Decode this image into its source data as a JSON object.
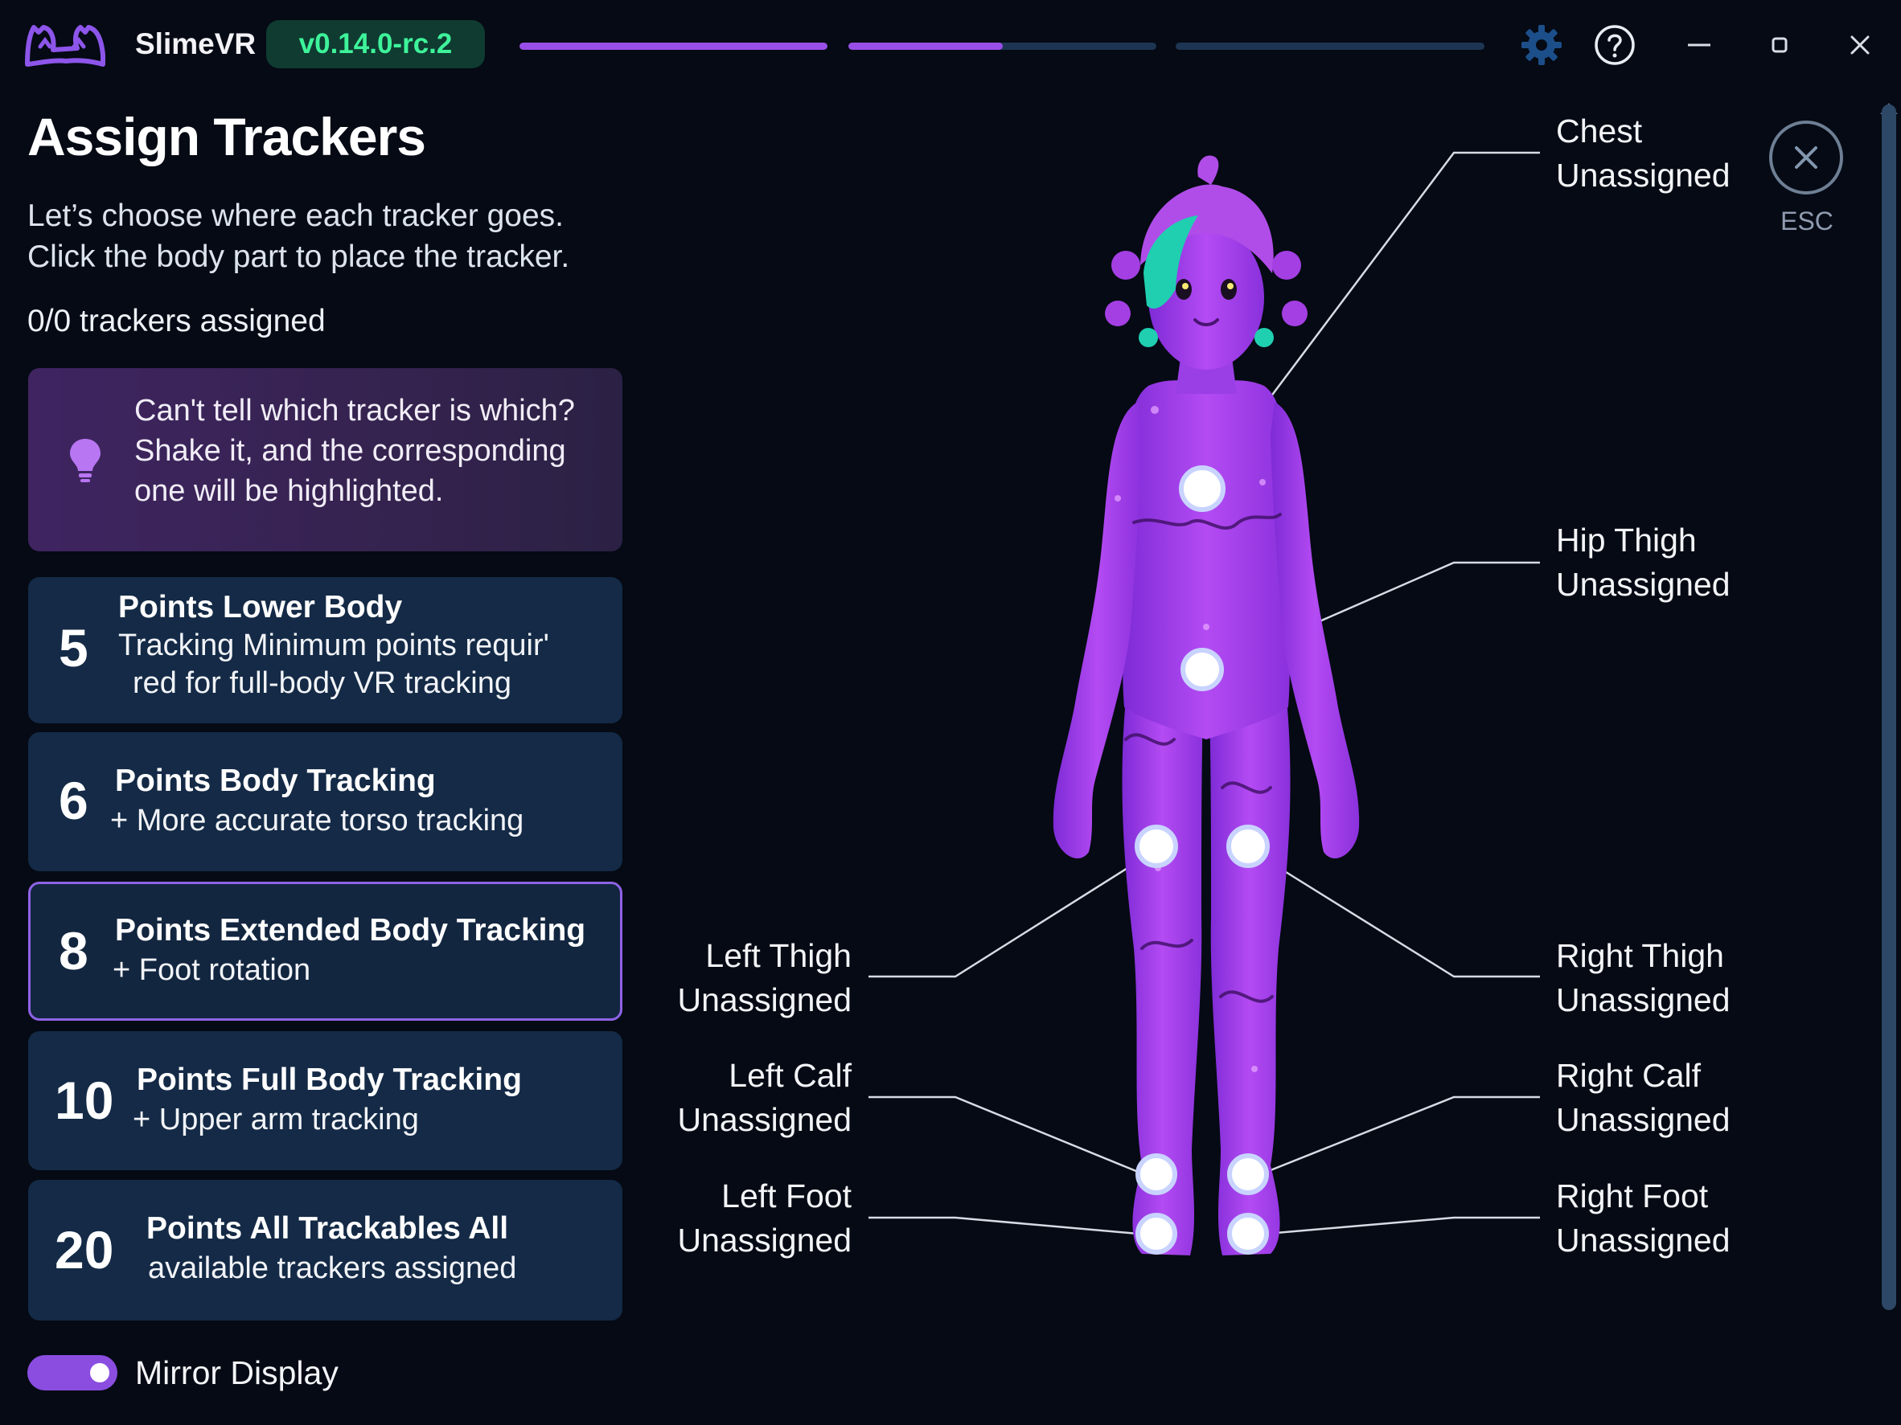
{
  "titlebar": {
    "app_name": "SlimeVR",
    "version": "v0.14.0-rc.2",
    "progress": [
      1.0,
      0.5,
      0.0
    ],
    "icons": [
      "slimevr-logo-icon",
      "gear-icon",
      "help-icon",
      "minimize-icon",
      "maximize-icon",
      "close-icon"
    ]
  },
  "page": {
    "title": "Assign Trackers",
    "subtitle_line1": "Let’s choose where each tracker goes.",
    "subtitle_line2": "Click the body part to place the tracker.",
    "assigned_count": "0/0 trackers assigned"
  },
  "hint": {
    "icon": "lightbulb-icon",
    "line1": "Can't tell which tracker is which?",
    "line2": "Shake it, and the corresponding",
    "line3": "one will be highlighted."
  },
  "presets": [
    {
      "number": "5",
      "title": "Points Lower Body",
      "desc_line1": "Tracking Minimum points requir'",
      "desc_line2": "red for full-body VR tracking"
    },
    {
      "number": "6",
      "title": "Points Body Tracking",
      "desc_line1": "+ More accurate torso tracking"
    },
    {
      "number": "8",
      "title": "Points Extended Body Tracking",
      "desc_line1": "+ Foot rotation"
    },
    {
      "number": "10",
      "title": "Points Full Body Tracking",
      "desc_line1": "+ Upper arm tracking"
    },
    {
      "number": "20",
      "title": "Points All Trackables All",
      "desc_line1": "available trackers assigned"
    }
  ],
  "selected_preset": "8",
  "mirror": {
    "label": "Mirror Display",
    "enabled": true
  },
  "esc": {
    "label": "ESC"
  },
  "body_parts": {
    "chest": {
      "name": "Chest",
      "status": "Unassigned"
    },
    "hip": {
      "name": "Hip Thigh",
      "status": "Unassigned"
    },
    "left_thigh": {
      "name": "Left Thigh",
      "status": "Unassigned"
    },
    "right_thigh": {
      "name": "Right Thigh",
      "status": "Unassigned"
    },
    "left_calf": {
      "name": "Left Calf",
      "status": "Unassigned"
    },
    "right_calf": {
      "name": "Right Calf",
      "status": "Unassigned"
    },
    "left_foot": {
      "name": "Left Foot",
      "status": "Unassigned"
    },
    "right_foot": {
      "name": "Right Foot",
      "status": "Unassigned"
    }
  },
  "colors": {
    "accent": "#9a4ee8",
    "version_text": "#3ef39a",
    "body": "#a63cf0",
    "hair_teal": "#1fcfb0"
  }
}
